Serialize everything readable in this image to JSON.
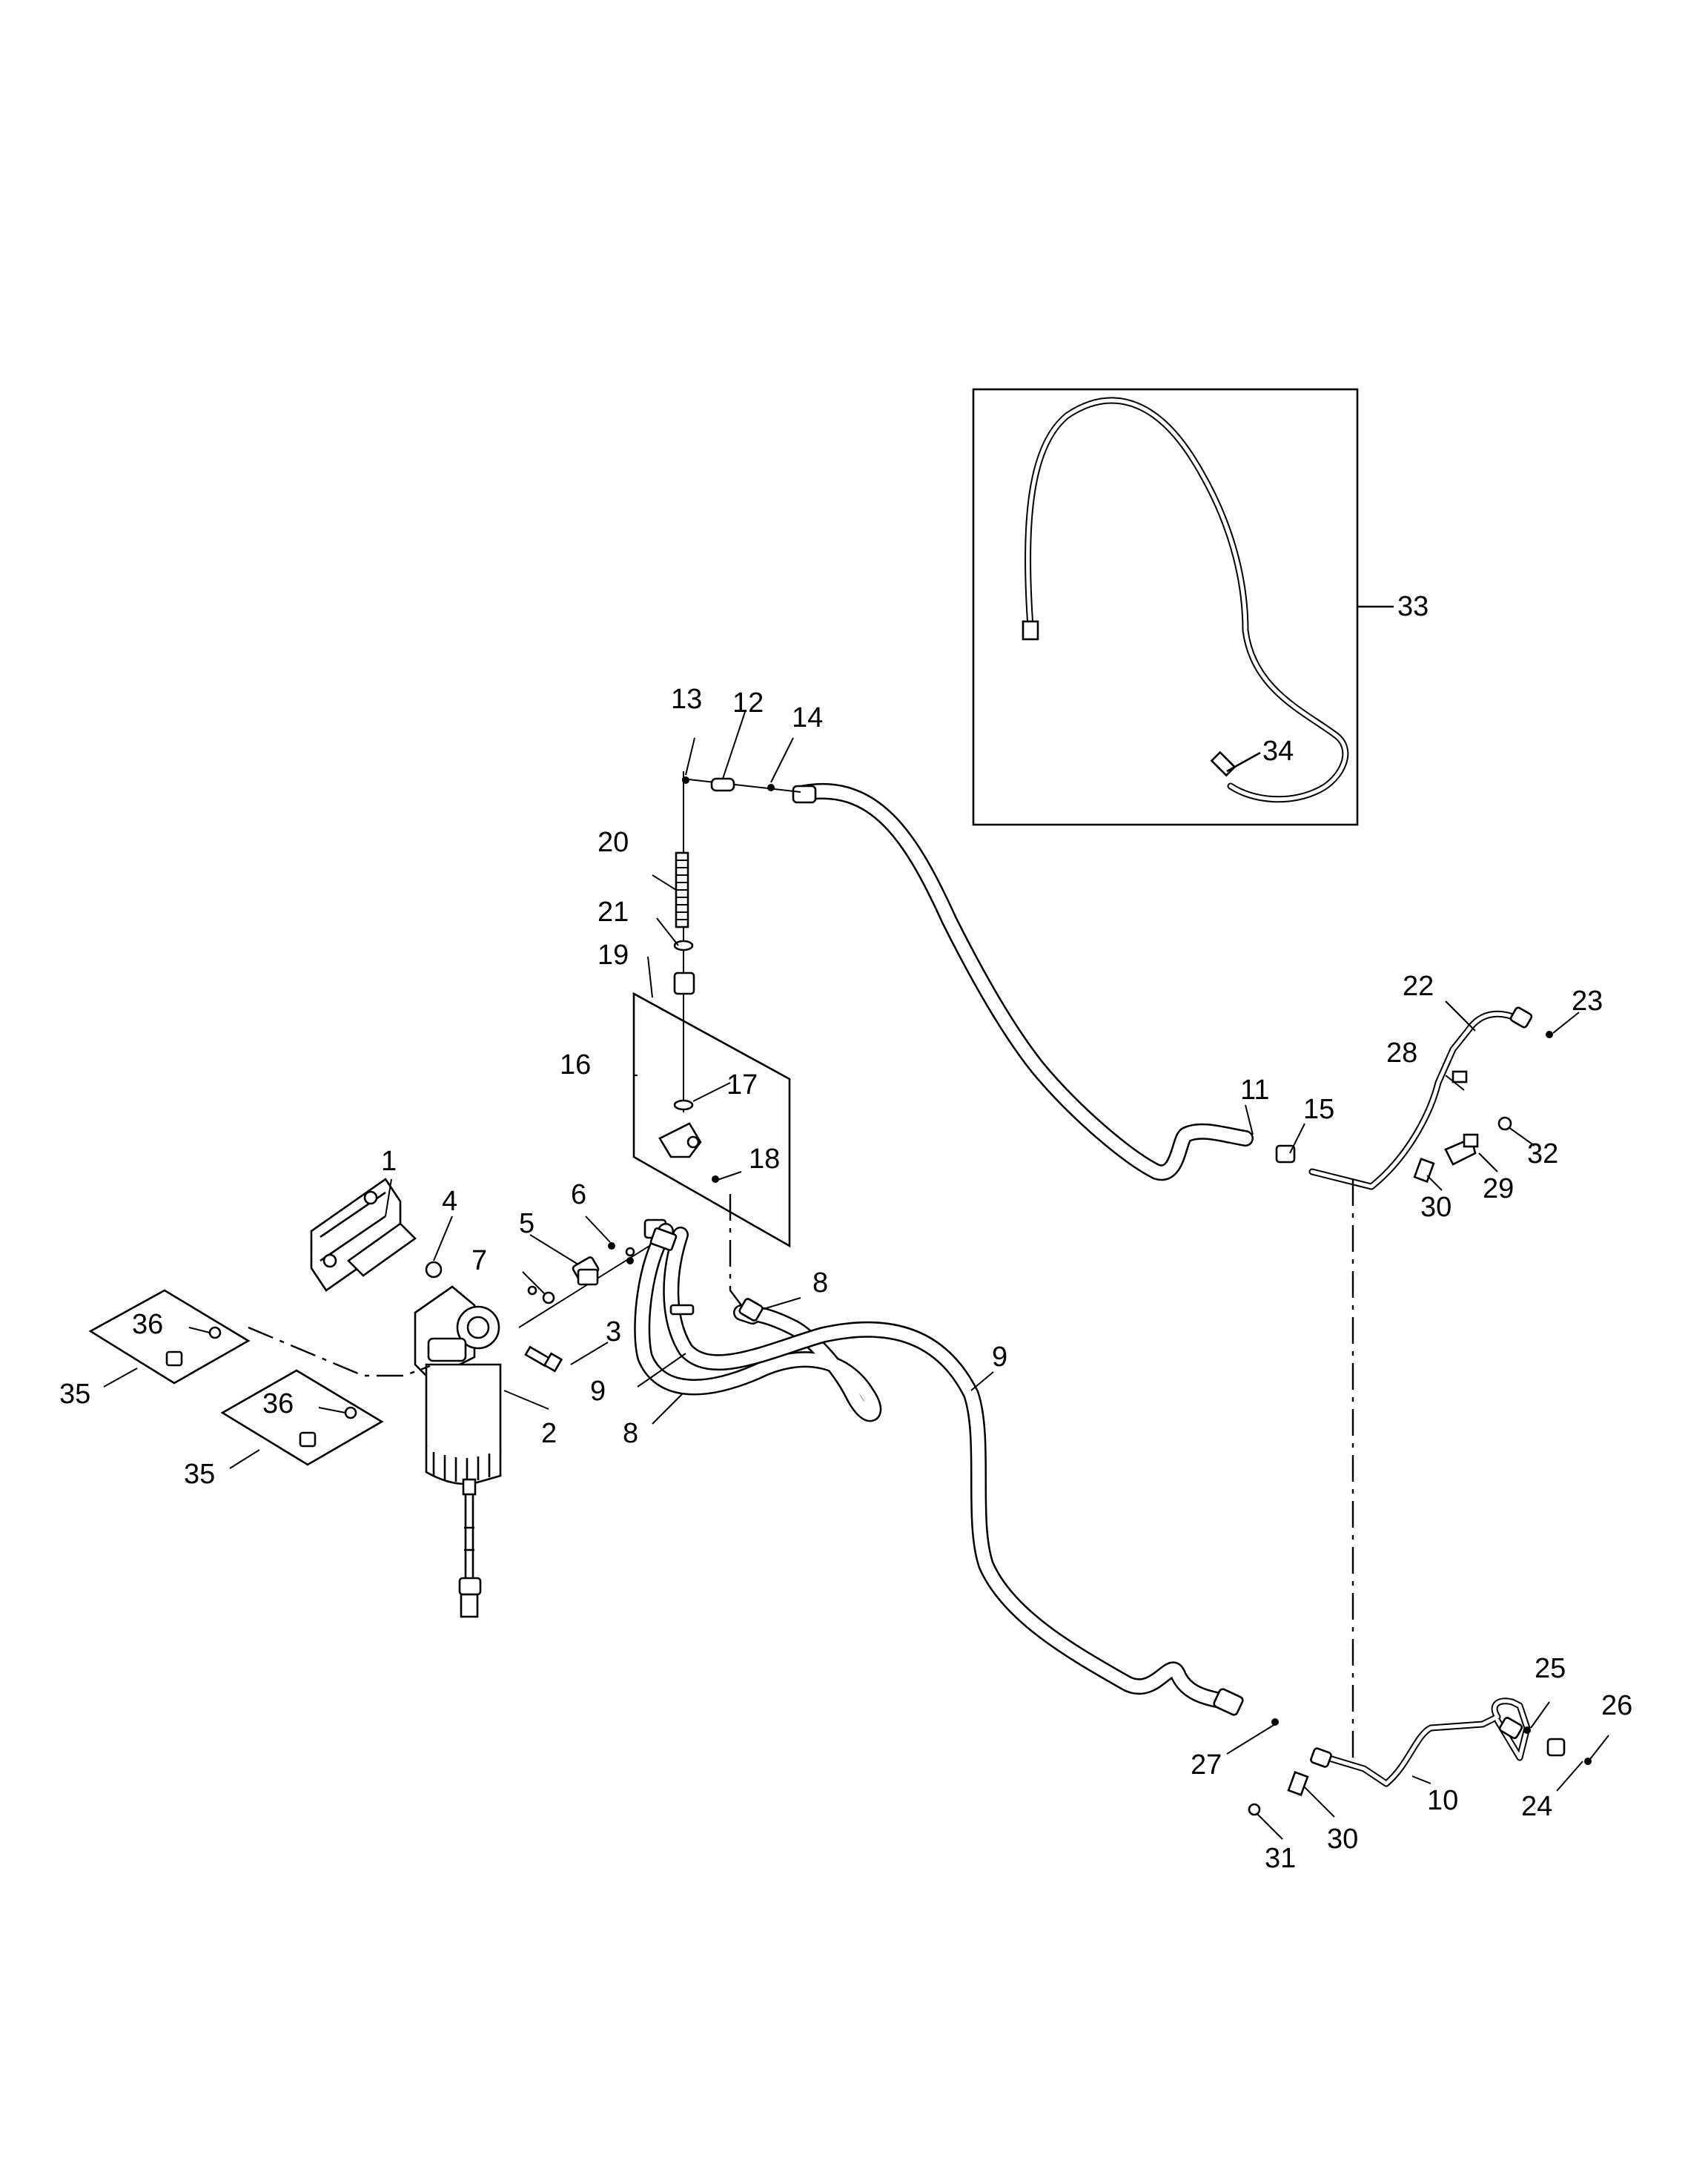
{
  "callouts": [
    "1",
    "2",
    "3",
    "4",
    "5",
    "6",
    "7",
    "8",
    "8",
    "9",
    "9",
    "10",
    "11",
    "12",
    "13",
    "14",
    "15",
    "16",
    "17",
    "18",
    "19",
    "20",
    "21",
    "22",
    "23",
    "24",
    "25",
    "26",
    "27",
    "28",
    "29",
    "30",
    "30",
    "31",
    "32",
    "33",
    "34",
    "35",
    "35",
    "36",
    "36"
  ]
}
